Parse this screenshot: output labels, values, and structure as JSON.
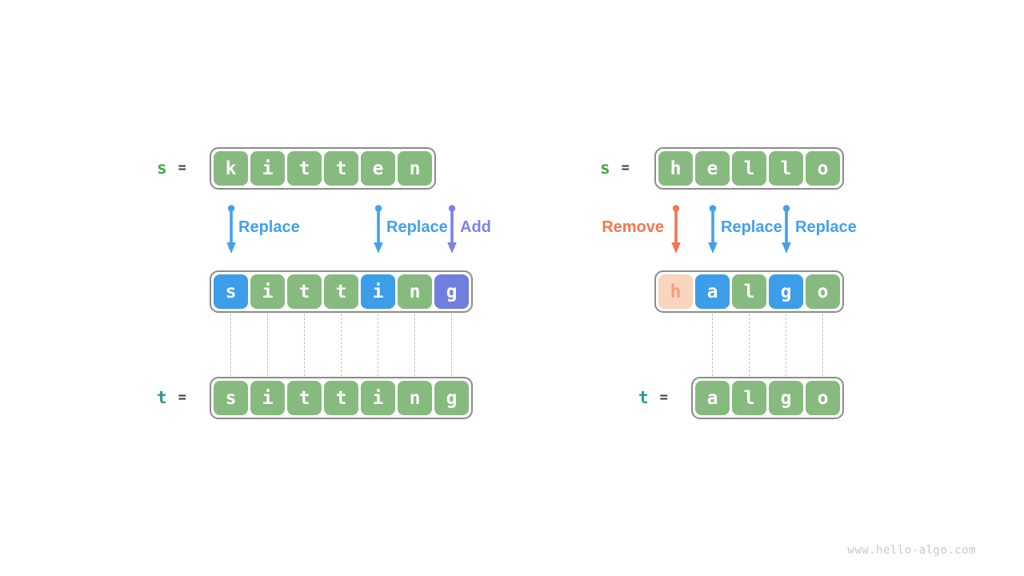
{
  "colors": {
    "cell-green": "#87BA7F",
    "cell-blue": "#3C9DE8",
    "cell-purple": "#707EE0",
    "cell-peach-bg": "#FBD4BF",
    "cell-peach-text": "#F5A183",
    "op-blue": "#42A1EF",
    "op-purple": "#7B82E8",
    "op-orange": "#F4774E",
    "var-s-green": "#4BA64B",
    "var-t-teal": "#2A9A8F",
    "equals-gray": "#3D3D3D",
    "box-border": "#8C8C8C",
    "dashed-line": "#C2C2C2",
    "watermark-gray": "#C9C9C9"
  },
  "left": {
    "s_var": "s",
    "s_equals": "=",
    "t_var": "t",
    "t_equals": "=",
    "source_word": "kitten",
    "middle_word": "sitting",
    "target_word": "sitting",
    "source_cells": [
      {
        "ch": "k",
        "color": "green"
      },
      {
        "ch": "i",
        "color": "green"
      },
      {
        "ch": "t",
        "color": "green"
      },
      {
        "ch": "t",
        "color": "green"
      },
      {
        "ch": "e",
        "color": "green"
      },
      {
        "ch": "n",
        "color": "green"
      }
    ],
    "middle_cells": [
      {
        "ch": "s",
        "color": "blue"
      },
      {
        "ch": "i",
        "color": "green"
      },
      {
        "ch": "t",
        "color": "green"
      },
      {
        "ch": "t",
        "color": "green"
      },
      {
        "ch": "i",
        "color": "blue"
      },
      {
        "ch": "n",
        "color": "green"
      },
      {
        "ch": "g",
        "color": "purple"
      }
    ],
    "target_cells": [
      {
        "ch": "s",
        "color": "green"
      },
      {
        "ch": "i",
        "color": "green"
      },
      {
        "ch": "t",
        "color": "green"
      },
      {
        "ch": "t",
        "color": "green"
      },
      {
        "ch": "i",
        "color": "green"
      },
      {
        "ch": "n",
        "color": "green"
      },
      {
        "ch": "g",
        "color": "green"
      }
    ],
    "ops": [
      {
        "label": "Replace",
        "color": "blue"
      },
      {
        "label": "Replace",
        "color": "blue"
      },
      {
        "label": "Add",
        "color": "purple"
      }
    ]
  },
  "right": {
    "s_var": "s",
    "s_equals": "=",
    "t_var": "t",
    "t_equals": "=",
    "source_word": "hello",
    "middle_word": "halgo",
    "target_word": "algo",
    "source_cells": [
      {
        "ch": "h",
        "color": "green"
      },
      {
        "ch": "e",
        "color": "green"
      },
      {
        "ch": "l",
        "color": "green"
      },
      {
        "ch": "l",
        "color": "green"
      },
      {
        "ch": "o",
        "color": "green"
      }
    ],
    "middle_cells": [
      {
        "ch": "h",
        "color": "peach"
      },
      {
        "ch": "a",
        "color": "blue"
      },
      {
        "ch": "l",
        "color": "green"
      },
      {
        "ch": "g",
        "color": "blue"
      },
      {
        "ch": "o",
        "color": "green"
      }
    ],
    "target_cells": [
      {
        "ch": "a",
        "color": "green"
      },
      {
        "ch": "l",
        "color": "green"
      },
      {
        "ch": "g",
        "color": "green"
      },
      {
        "ch": "o",
        "color": "green"
      }
    ],
    "ops": [
      {
        "label": "Remove",
        "color": "orange"
      },
      {
        "label": "Replace",
        "color": "blue"
      },
      {
        "label": "Replace",
        "color": "blue"
      }
    ]
  },
  "watermark": "www.hello-algo.com"
}
